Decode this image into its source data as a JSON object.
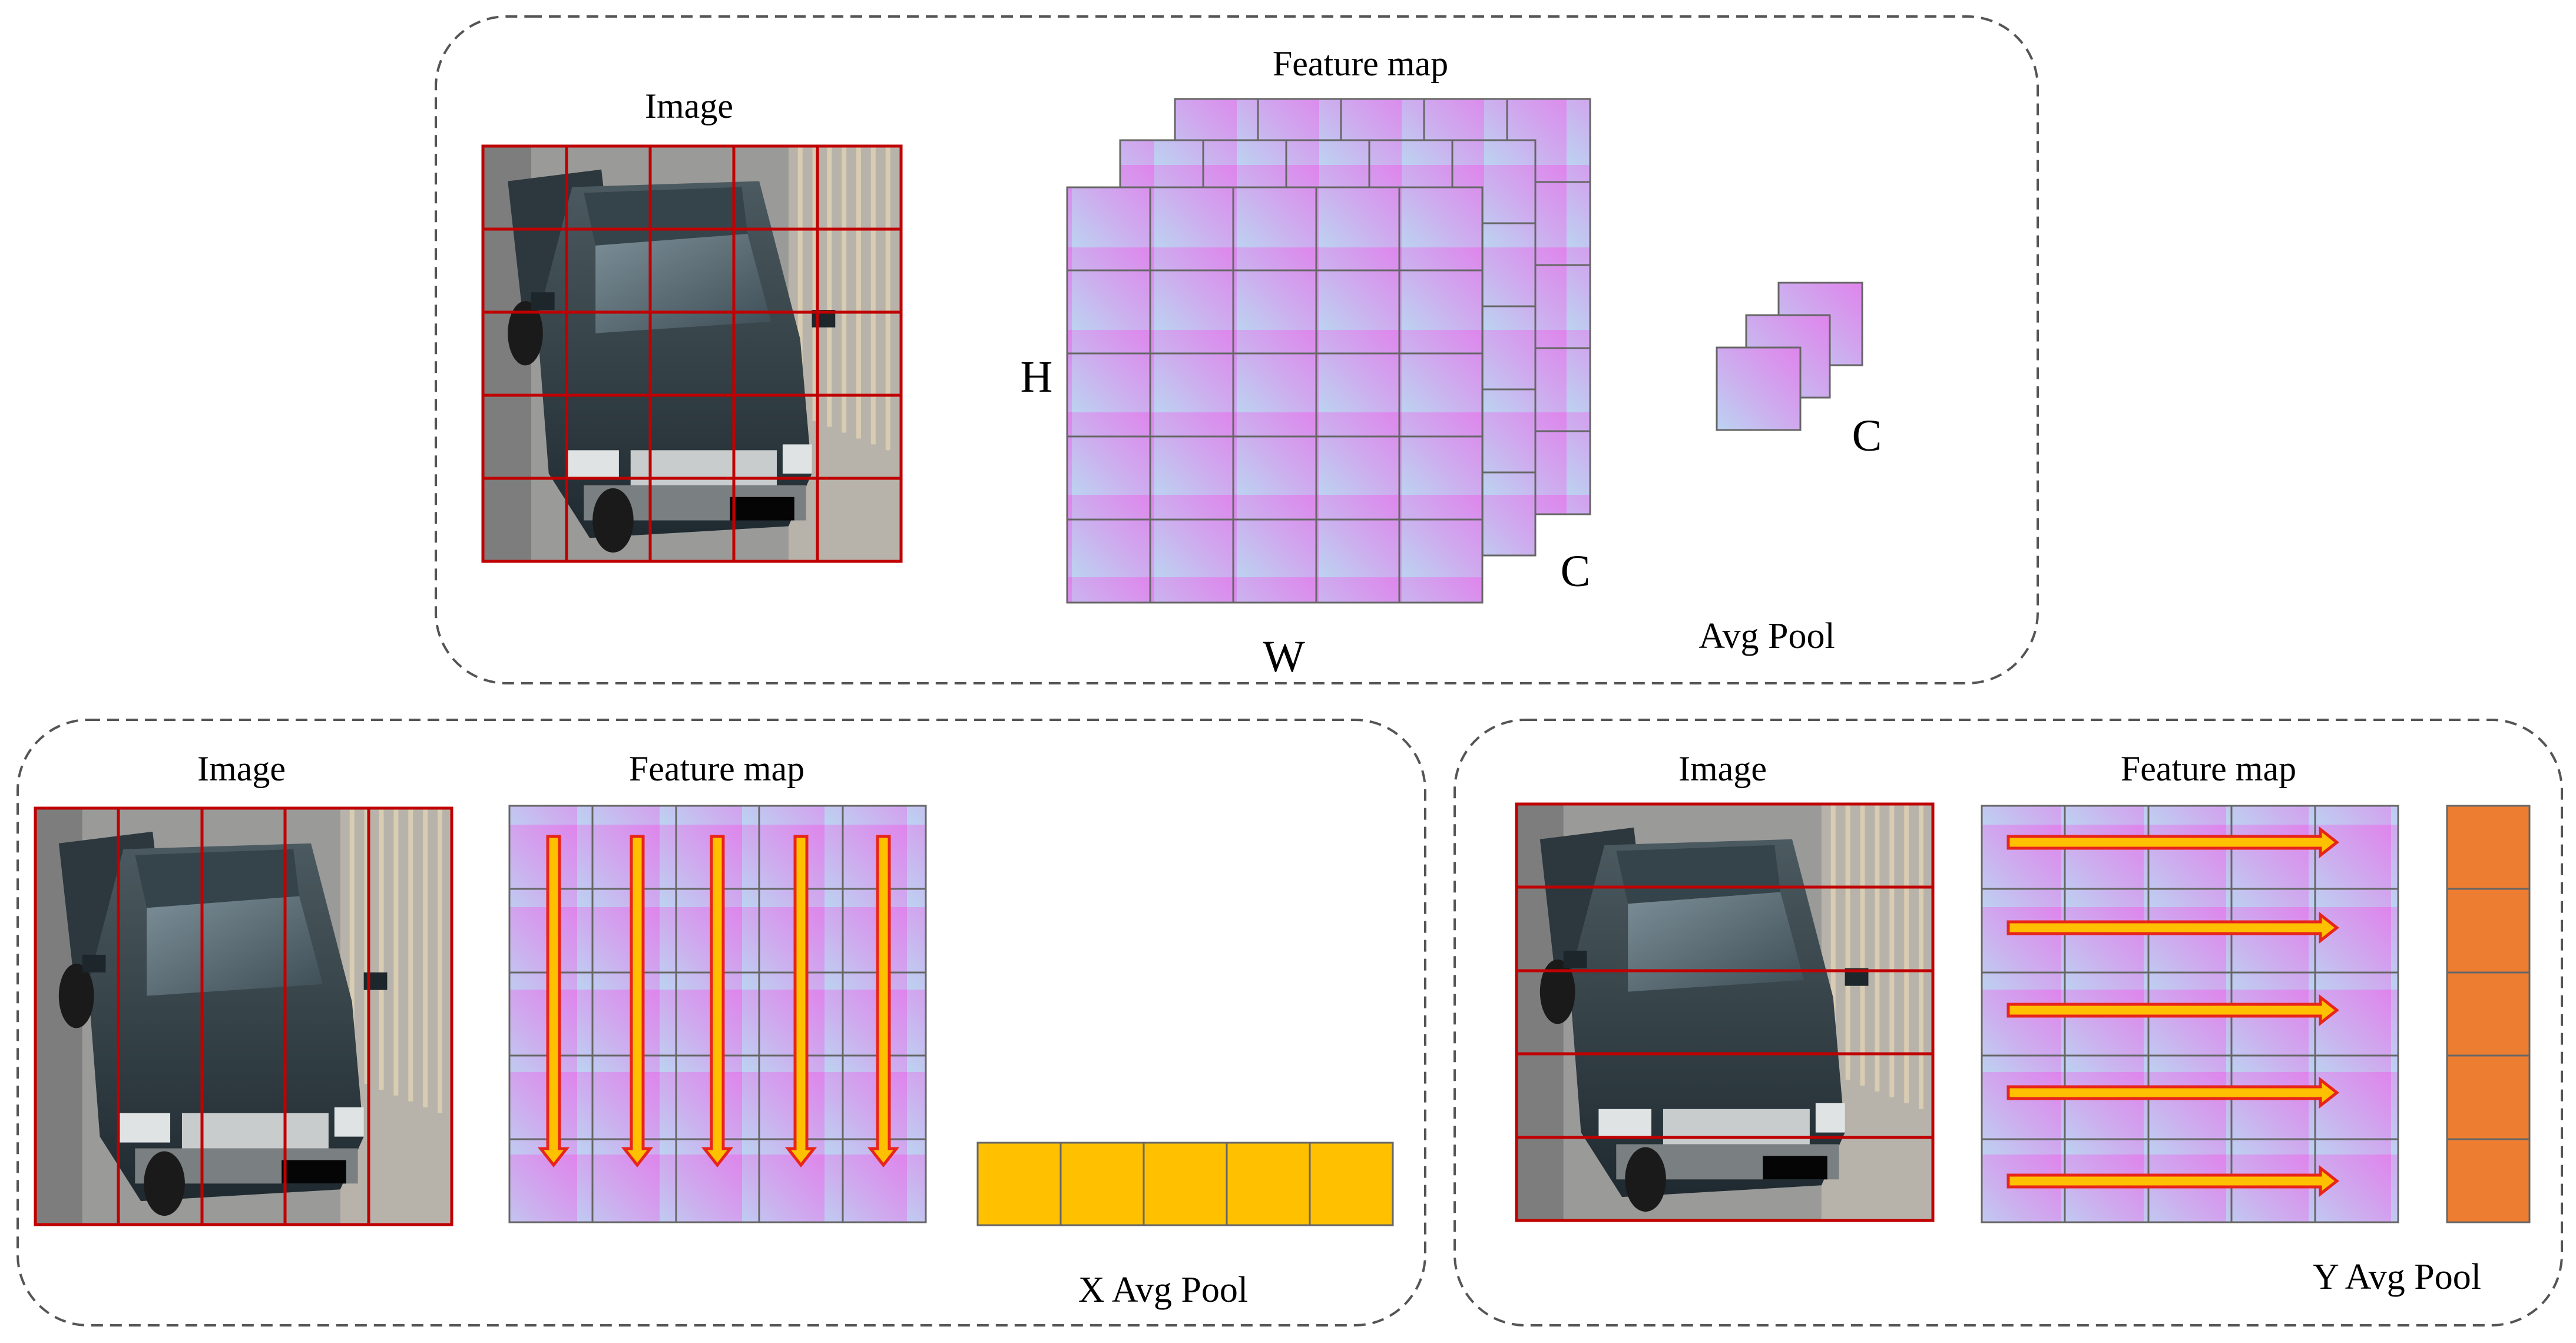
{
  "panels": {
    "top": {
      "image_label": "Image",
      "feature_label": "Feature map",
      "h_label": "H",
      "w_label": "W",
      "c_label": "C",
      "pool_c_label": "C",
      "pool_label": "Avg Pool"
    },
    "x_pool": {
      "image_label": "Image",
      "feature_label": "Feature map",
      "pool_label": "X Avg Pool"
    },
    "y_pool": {
      "image_label": "Image",
      "feature_label": "Feature map",
      "pool_label": "Y Avg Pool"
    }
  },
  "colors": {
    "grid_red": "#c00000",
    "cell_magenta": "#df84ec",
    "cell_blue": "#bcd3f1",
    "arrow_red": "#e8251b",
    "arrow_yellow": "#ffc000",
    "x_pool_fill": "#ffc000",
    "y_pool_fill": "#ed7d31",
    "dash": "#555555"
  }
}
